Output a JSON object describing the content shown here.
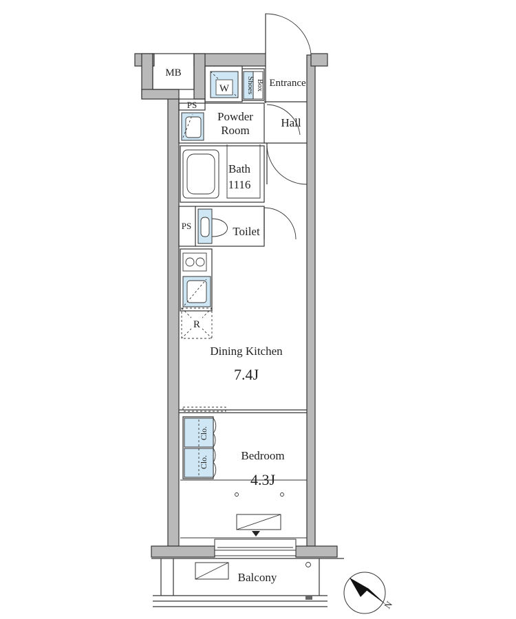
{
  "labels": {
    "mb": "MB",
    "ps_top": "PS",
    "ps_toilet": "PS",
    "washer": "W",
    "shoes_box_line1": "Shoes",
    "shoes_box_line2": "Box",
    "entrance": "Entrance",
    "powder_room_line1": "Powder",
    "powder_room_line2": "Room",
    "hall": "Hall",
    "bath": "Bath",
    "bath_size": "1116",
    "toilet": "Toilet",
    "refrigerator": "R",
    "dining_kitchen": "Dining Kitchen",
    "dining_kitchen_size": "7.4J",
    "closet_1": "Clo.",
    "closet_2": "Clo.",
    "bedroom": "Bedroom",
    "bedroom_size": "4.3J",
    "balcony": "Balcony",
    "north": "N"
  },
  "colors": {
    "wall": "#b9b9b9",
    "fixture_blue": "#cfe7f4",
    "line": "#333333"
  }
}
